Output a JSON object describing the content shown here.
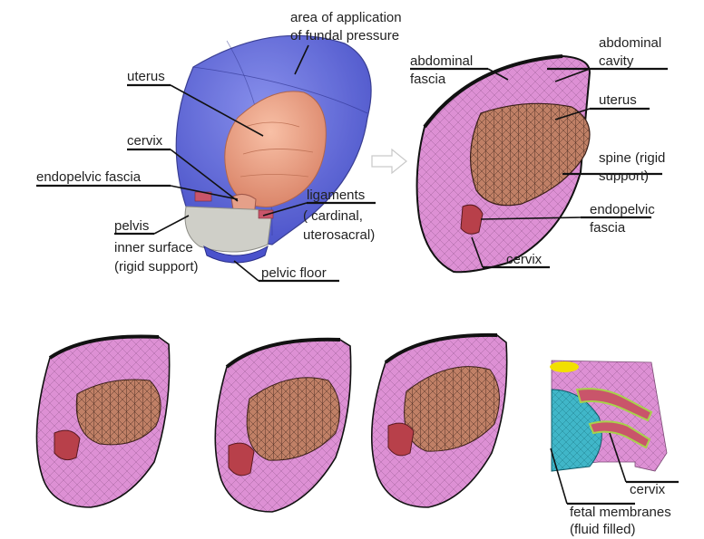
{
  "labels": {
    "area_application_1": "area of application",
    "area_application_2": "of fundal pressure",
    "uterus_left": "uterus",
    "cervix_left": "cervix",
    "endopelvic_fascia_left": "endopelvic fascia",
    "ligaments_1": "ligaments",
    "ligaments_2": "( cardinal,",
    "ligaments_3": "uterosacral)",
    "pelvis_1": "pelvis",
    "pelvis_2": "inner surface",
    "pelvis_3": "(rigid support)",
    "pelvic_floor": "pelvic floor",
    "abdominal_fascia_1": "abdominal",
    "abdominal_fascia_2": "fascia",
    "abdominal_cavity_1": "abdominal",
    "abdominal_cavity_2": "cavity",
    "uterus_right": "uterus",
    "spine_1": "spine (rigid",
    "spine_2": "support)",
    "endopelvic_right_1": "endopelvic",
    "endopelvic_right_2": "fascia",
    "cervix_right": "cervix",
    "cervix_bottom": "cervix",
    "fetal_membranes_1": "fetal membranes",
    "fetal_membranes_2": "(fluid filled)"
  },
  "colors": {
    "outer_shell_blue": "#4d57d6",
    "uterus_salmon": "#e89a7e",
    "mesh_pink": "#d98ad0",
    "uterus_mesh_brown": "#b87a64",
    "cervix_red": "#b8404a",
    "pelvis_grey": "#cfcfc8",
    "fetal_cyan": "#3fb8c9",
    "highlight_yellow": "#f2e000",
    "ligament_green": "#a8d24a"
  }
}
